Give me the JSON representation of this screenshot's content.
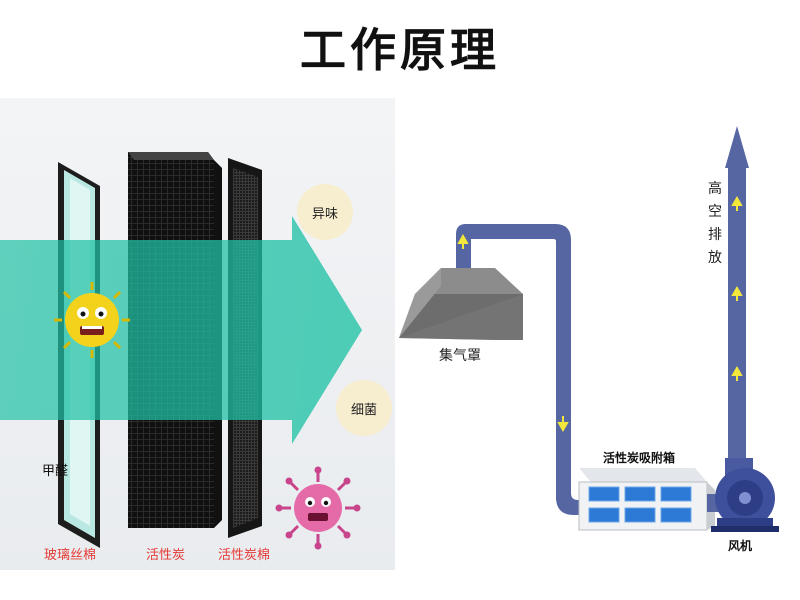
{
  "title": "工作原理",
  "left": {
    "labels": {
      "formaldehyde": "甲醛",
      "odor": "异味",
      "bacteria": "细菌",
      "glass_wool": "玻璃丝棉",
      "activated_carbon": "活性炭",
      "carbon_cotton": "活性炭棉"
    }
  },
  "right": {
    "labels": {
      "hood": "集气罩",
      "adsorption_box": "活性炭吸附箱",
      "fan": "风机",
      "high_exhaust": [
        "高",
        "空",
        "排",
        "放"
      ]
    }
  },
  "colors": {
    "duct": "#5566a3",
    "arrow_fill": "#1fc1a5",
    "accent_red": "#e53935",
    "arrow_yellow": "#f2e73a",
    "box_blue": "#2d7ad6"
  }
}
